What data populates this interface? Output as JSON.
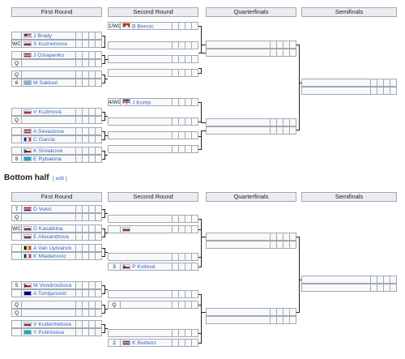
{
  "rounds": [
    "First Round",
    "Second Round",
    "Quarterfinals",
    "Semifinals"
  ],
  "bottom_title": "Bottom half",
  "edit_label": "[ edit ]",
  "top": {
    "r1": [
      {
        "seed": "",
        "flag": "us",
        "name": "J Brady"
      },
      {
        "seed": "WC",
        "flag": "ru",
        "name": "S Kuznetsova"
      },
      {
        "seed": "",
        "flag": "lv",
        "name": "J Ostapenko"
      },
      {
        "seed": "Q",
        "flag": "",
        "name": ""
      },
      {
        "seed": "Q",
        "flag": "",
        "name": ""
      },
      {
        "seed": "6",
        "flag": "gr",
        "name": "M Sakkari"
      },
      {
        "seed": "",
        "flag": "sk",
        "name": "V Kužmová"
      },
      {
        "seed": "Q",
        "flag": "",
        "name": ""
      },
      {
        "seed": "",
        "flag": "lv",
        "name": "A Sevastova"
      },
      {
        "seed": "",
        "flag": "fr",
        "name": "C Garcia"
      },
      {
        "seed": "",
        "flag": "cz",
        "name": "K Siniaková"
      },
      {
        "seed": "8",
        "flag": "kz",
        "name": "E Rybakina"
      }
    ],
    "r2": [
      {
        "seed": "1/WC",
        "flag": "ch",
        "name": "B Bencic"
      },
      {
        "seed": "4/WC",
        "flag": "gb",
        "name": "J Konta"
      }
    ]
  },
  "bottom": {
    "r1": [
      {
        "seed": "7",
        "flag": "hr",
        "name": "D Vekić"
      },
      {
        "seed": "Q",
        "flag": "",
        "name": ""
      },
      {
        "seed": "WC",
        "flag": "ru",
        "name": "D Kasatkina"
      },
      {
        "seed": "",
        "flag": "ru",
        "name": "E Alexandrova"
      },
      {
        "seed": "",
        "flag": "be",
        "name": "A Van Uytvanck"
      },
      {
        "seed": "",
        "flag": "fr",
        "name": "K Mladenovic"
      },
      {
        "seed": "5",
        "flag": "cz",
        "name": "M Vondroušová"
      },
      {
        "seed": "",
        "flag": "au",
        "name": "A Tomljanović"
      },
      {
        "seed": "Q",
        "flag": "",
        "name": ""
      },
      {
        "seed": "Q",
        "flag": "",
        "name": ""
      },
      {
        "seed": "",
        "flag": "ru",
        "name": "V Kudermetova"
      },
      {
        "seed": "",
        "flag": "kz",
        "name": "Y Putintseva"
      }
    ],
    "r2": [
      {
        "seed": "",
        "flag": "ru",
        "name": ""
      },
      {
        "seed": "3",
        "flag": "cz",
        "name": "P Kvitová"
      },
      {
        "seed": "Q",
        "flag": "",
        "name": ""
      },
      {
        "seed": "2",
        "flag": "nl",
        "name": "K Bertens"
      }
    ]
  },
  "colors": {
    "link": "#3366cc",
    "header": "#eaecf0",
    "cell": "#f8f9fa",
    "border": "#a2a9b1"
  }
}
